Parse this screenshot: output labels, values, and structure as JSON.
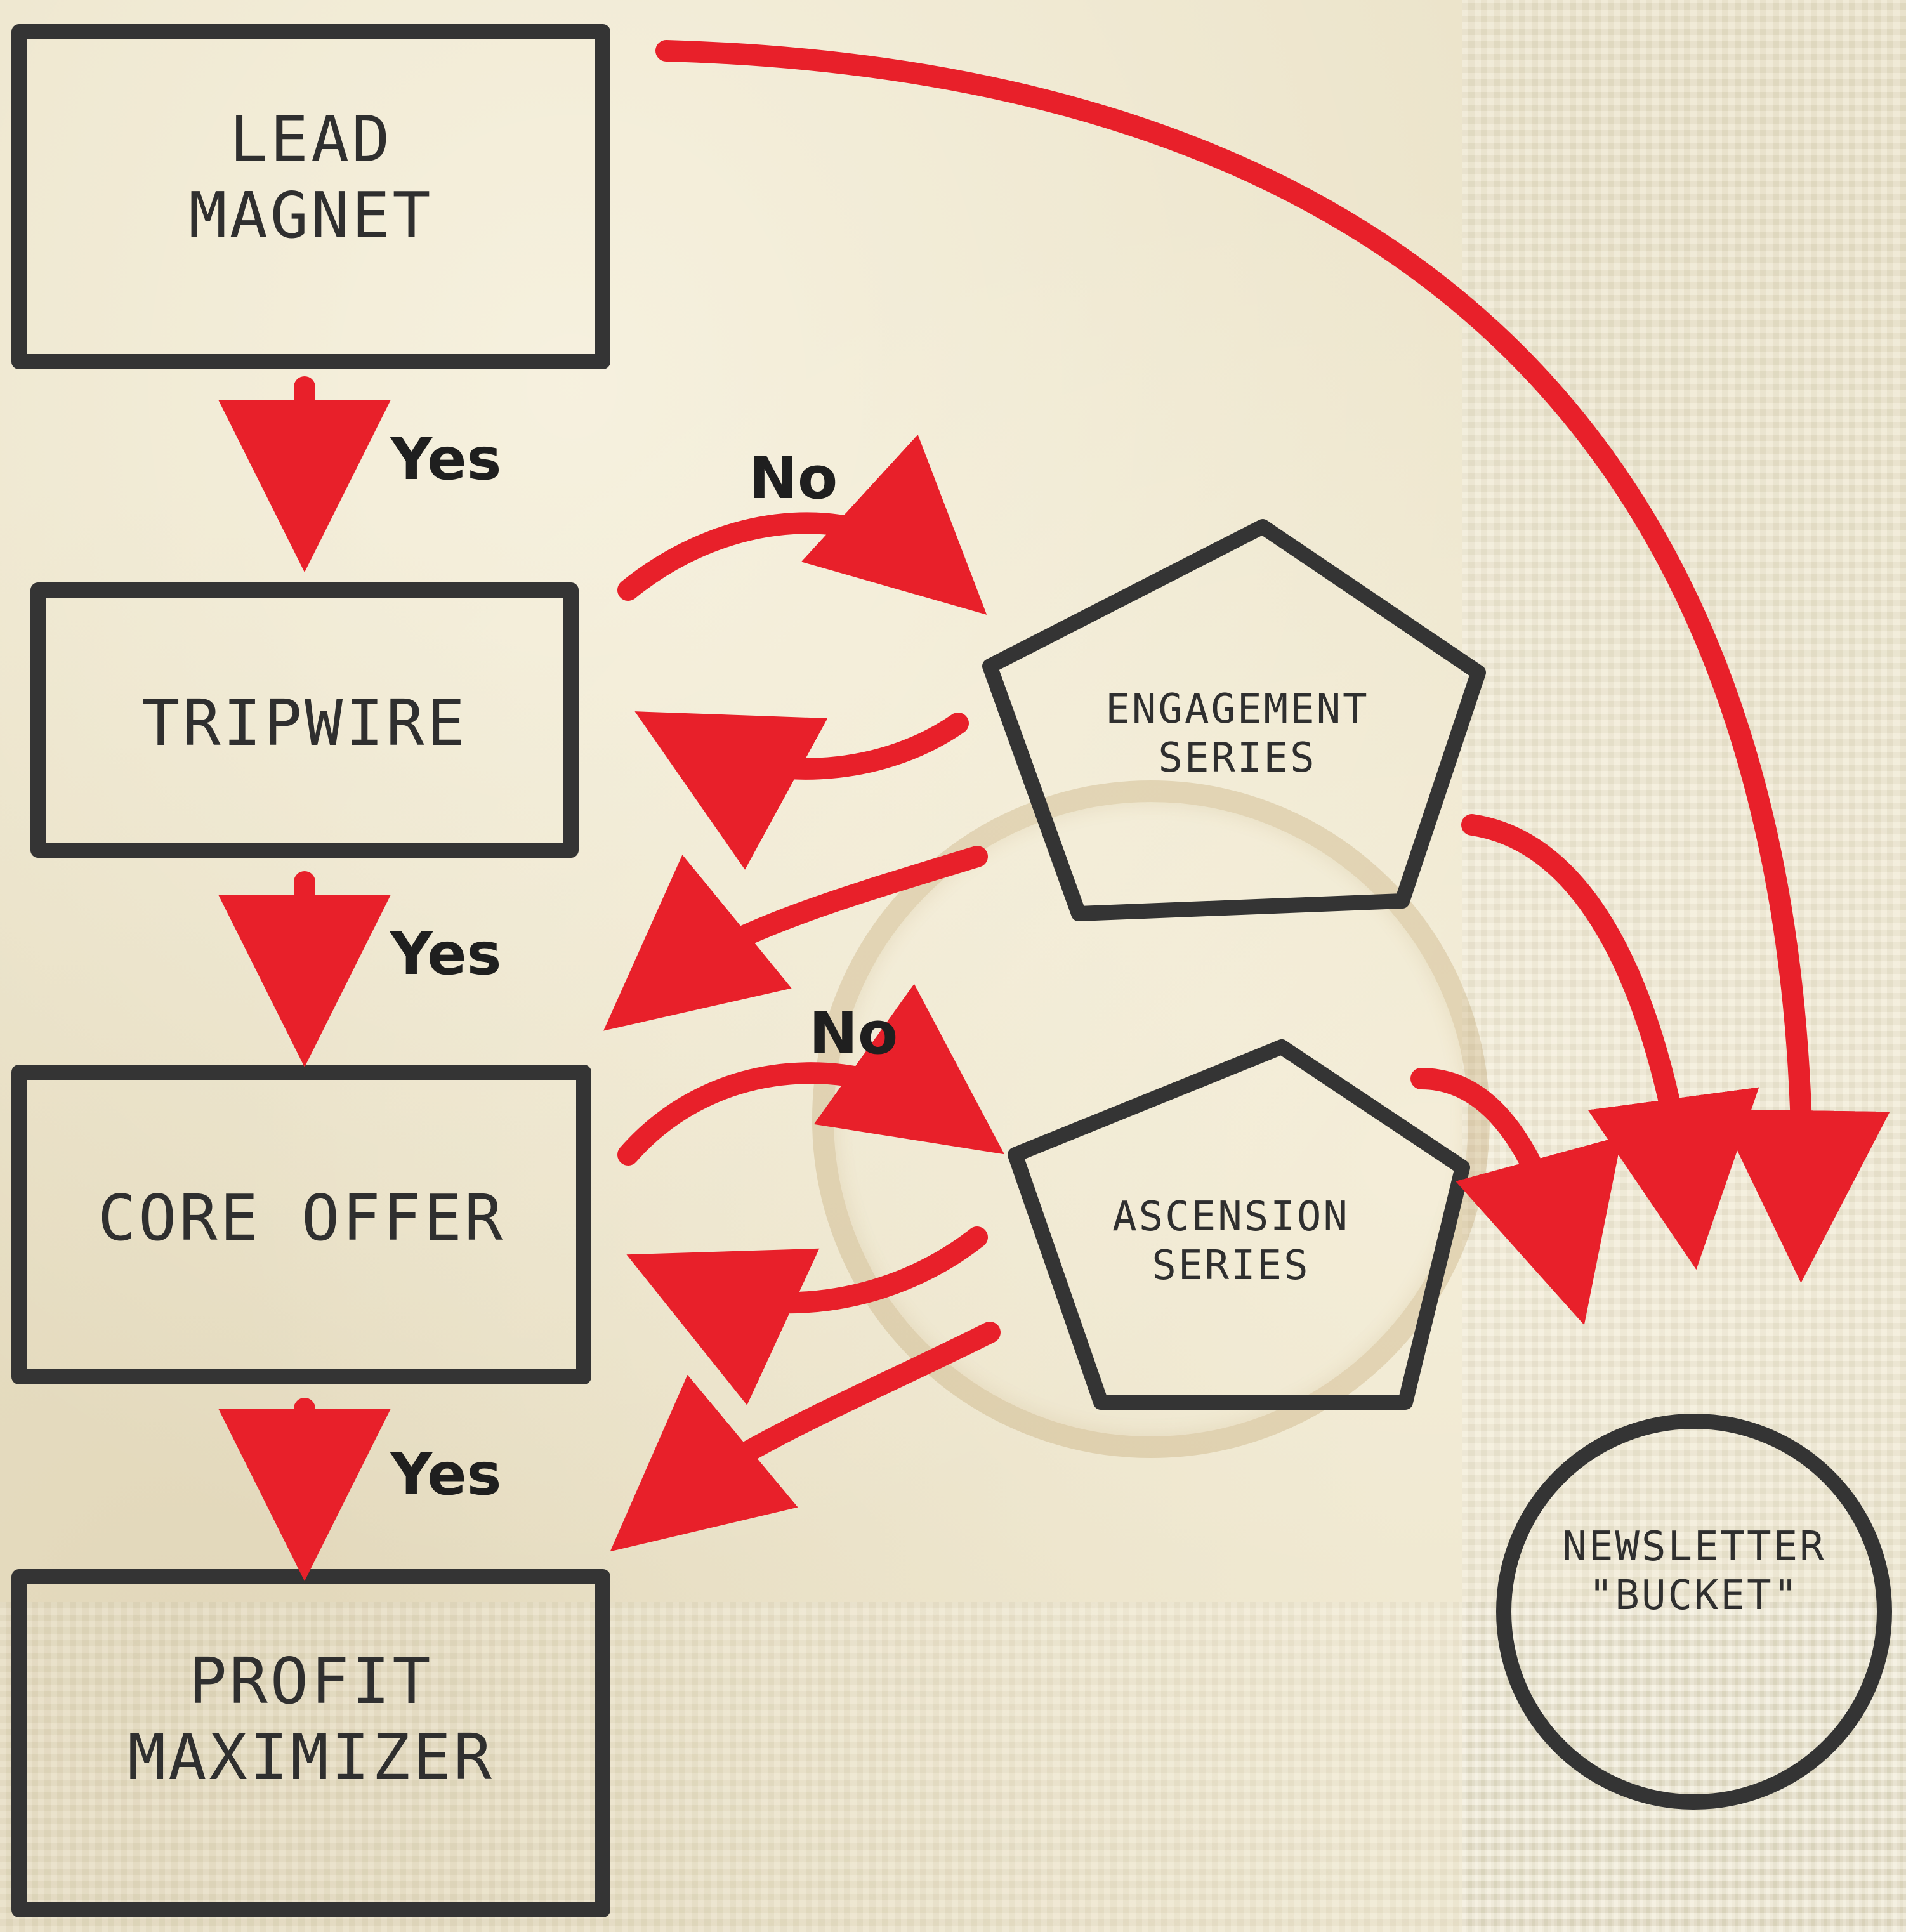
{
  "nodes": {
    "lead_magnet": "LEAD MAGNET",
    "tripwire": "TRIPWIRE",
    "core_offer": "CORE OFFER",
    "profit_maximizer": "PROFIT MAXIMIZER",
    "engagement_series": "ENGAGEMENT SERIES",
    "ascension_series": "ASCENSION SERIES",
    "newsletter_bucket": "NEWSLETTER \"BUCKET\""
  },
  "edges": {
    "yes_1": "Yes",
    "yes_2": "Yes",
    "yes_3": "Yes",
    "no_1": "No",
    "no_2": "No"
  },
  "colors": {
    "arrow": "#e8202a",
    "stroke": "#343434",
    "text": "#2f2f2f"
  }
}
